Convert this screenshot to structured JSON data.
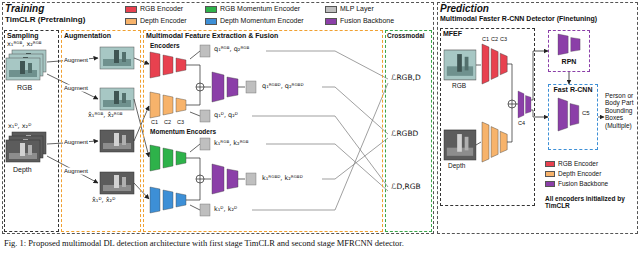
{
  "diagram": {
    "caption": "Fig. 1: Proposed multimodal DL detection architecture with first stage TimCLR and second stage MFRCNN detector.",
    "nodes": [
      {
        "text": [
          "Training",
          "TimCLR (Pretraining)"
        ]
      },
      {
        "text": [
          "Sampling"
        ],
        "in": 0
      },
      {
        "text": [
          "Augmentation"
        ],
        "in": 0
      },
      {
        "text": [
          "Multimodal Feature Extraction & Fusion"
        ],
        "in": 0
      },
      {
        "text": [
          "Crossmodal"
        ],
        "in": 0
      },
      {
        "text": [
          "Prediction",
          "Multimodal Faster R-CNN Detector (Finetuning)"
        ]
      },
      {
        "text": [
          "MFEF"
        ],
        "in": 5
      },
      {
        "text": [
          "RPN"
        ],
        "in": 5
      },
      {
        "text": [
          "Fast R-CNN"
        ],
        "in": 5
      }
    ],
    "edges": [
      {
        "from": 6,
        "to": 7,
        "arrow": "to"
      },
      {
        "from": 7,
        "to": 8,
        "arrow": "to"
      },
      {
        "from": 6,
        "to": 8,
        "arrow": "to"
      }
    ],
    "labels": [
      "RGB",
      "Depth",
      "x₁ᴿᴳᴮ, x₂ᴿᴳᴮ",
      "x₁ᴰ, x₂ᴰ",
      "Augment",
      "Augment",
      "Augment",
      "Augment",
      "x̂₁ᴿᴳᴮ, x̂₂ᴿᴳᴮ",
      "x̂₁ᴰ, x̂₂ᴰ",
      "Encoders",
      "C1",
      "C2",
      "C3",
      "Momentum Encoders",
      "q₁ᴿᴳᴮ, q₂ᴿᴳᴮ",
      "q₁ᴰ, q₂ᴰ",
      "q₁ᴿᴳᴮᴰ, q₂ᴿᴳᴮᴰ",
      "k₁ᴿᴳᴮ, k₂ᴿᴳᴮ",
      "k₁ᴰ, k₂ᴰ",
      "k₁ᴿᴳᴮᴰ, k₂ᴿᴳᴮᴰ",
      "ℒRGB,D",
      "ℒRGBD",
      "ℒD,RGB",
      "RGB",
      "Depth",
      "C1",
      "C2",
      "C3",
      "C4",
      "C5",
      "Person or Body Part Bounding Boxes (Multiple)",
      "All encoders initialized by TimCLR"
    ],
    "legend": [
      {
        "text": "RGB Encoder",
        "color": "#e8414f"
      },
      {
        "text": "RGB Momentum Encoder",
        "color": "#2eb24a"
      },
      {
        "text": "MLP Layer",
        "color": "#bfbfbf"
      },
      {
        "text": "Depth Encoder",
        "color": "#f7b36b"
      },
      {
        "text": "Depth Momentum Encoder",
        "color": "#3d8fd6"
      },
      {
        "text": "Fusion Backbone",
        "color": "#8b3fa8"
      },
      {
        "text": "RGB Encoder",
        "color": "#e8414f"
      },
      {
        "text": "Depth Encoder",
        "color": "#f7b36b"
      },
      {
        "text": "Fusion Backbone",
        "color": "#8b3fa8"
      }
    ]
  }
}
